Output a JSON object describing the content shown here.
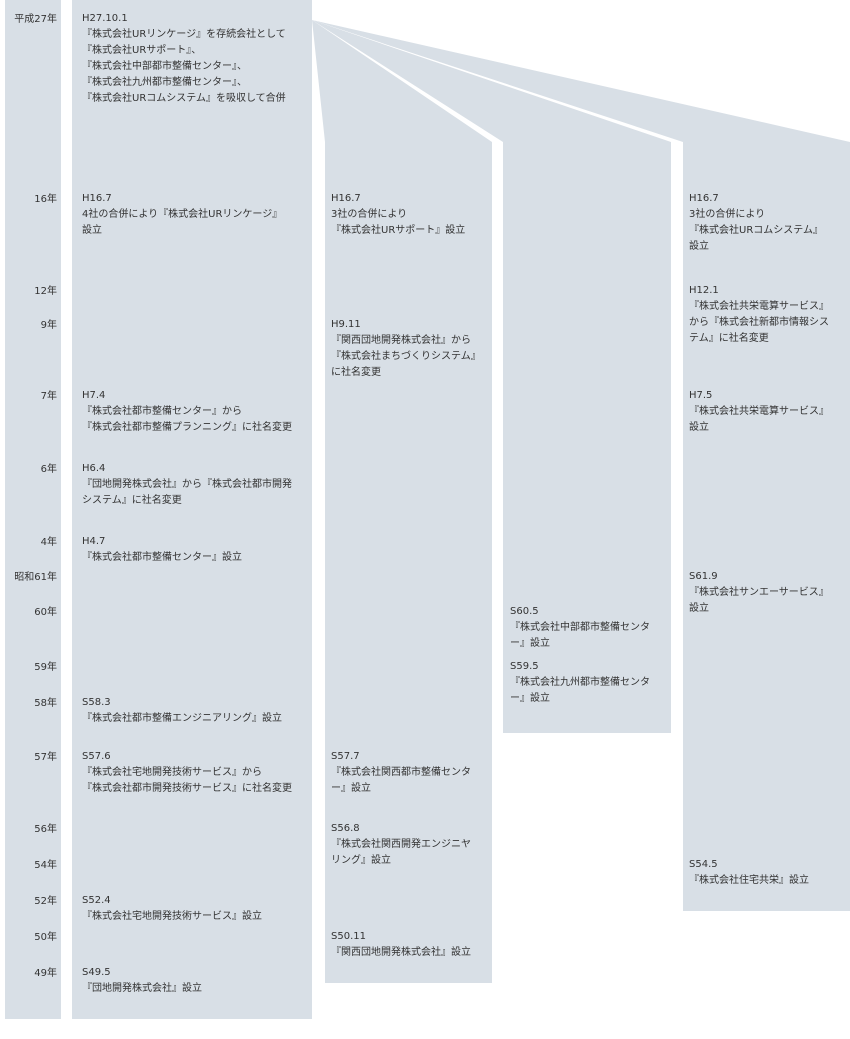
{
  "colors": {
    "bar": "#d8dfe6",
    "text": "#333333"
  },
  "years": [
    {
      "label": "平成27年"
    },
    {
      "label": "16年"
    },
    {
      "label": "12年"
    },
    {
      "label": "9年"
    },
    {
      "label": "7年"
    },
    {
      "label": "6年"
    },
    {
      "label": "4年"
    },
    {
      "label": "昭和61年"
    },
    {
      "label": "60年"
    },
    {
      "label": "59年"
    },
    {
      "label": "58年"
    },
    {
      "label": "57年"
    },
    {
      "label": "56年"
    },
    {
      "label": "54年"
    },
    {
      "label": "52年"
    },
    {
      "label": "50年"
    },
    {
      "label": "49年"
    }
  ],
  "events": [
    {
      "date": "H27.10.1",
      "text": "『株式会社URリンケージ』を存続会社として\n『株式会社URサポート』、\n『株式会社中部都市整備センター』、\n『株式会社九州都市整備センター』、\n『株式会社URコムシステム』を吸収して合併"
    },
    {
      "date": "H16.7",
      "text": "4社の合併により『株式会社URリンケージ』\n設立"
    },
    {
      "date": "H7.4",
      "text": "『株式会社都市整備センター』から\n『株式会社都市整備プランニング』に社名変更"
    },
    {
      "date": "H6.4",
      "text": "『団地開発株式会社』から『株式会社都市開発\nシステム』に社名変更"
    },
    {
      "date": "H4.7",
      "text": "『株式会社都市整備センター』設立"
    },
    {
      "date": "S58.3",
      "text": "『株式会社都市整備エンジニアリング』設立"
    },
    {
      "date": "S57.6",
      "text": "『株式会社宅地開発技術サービス』から\n『株式会社都市開発技術サービス』に社名変更"
    },
    {
      "date": "S52.4",
      "text": "『株式会社宅地開発技術サービス』設立"
    },
    {
      "date": "S49.5",
      "text": "『団地開発株式会社』設立"
    },
    {
      "date": "H16.7",
      "text": "3社の合併により\n『株式会社URサポート』設立"
    },
    {
      "date": "H9.11",
      "text": "『関西団地開発株式会社』から\n『株式会社まちづくりシステム』\nに社名変更"
    },
    {
      "date": "S57.7",
      "text": "『株式会社関西都市整備センタ\nー』設立"
    },
    {
      "date": "S56.8",
      "text": "『株式会社関西開発エンジニヤ\nリング』設立"
    },
    {
      "date": "S50.11",
      "text": "『関西団地開発株式会社』設立"
    },
    {
      "date": "S60.5",
      "text": "『株式会社中部都市整備センタ\nー』設立"
    },
    {
      "date": "S59.5",
      "text": "『株式会社九州都市整備センタ\nー』設立"
    },
    {
      "date": "H16.7",
      "text": "3社の合併により\n『株式会社URコムシステム』\n設立"
    },
    {
      "date": "H12.1",
      "text": "『株式会社共栄電算サービス』\nから『株式会社新都市情報シス\nテム』に社名変更"
    },
    {
      "date": "H7.5",
      "text": "『株式会社共栄電算サービス』\n設立"
    },
    {
      "date": "S61.9",
      "text": "『株式会社サンエーサービス』\n設立"
    },
    {
      "date": "S54.5",
      "text": "『株式会社住宅共栄』設立"
    }
  ]
}
